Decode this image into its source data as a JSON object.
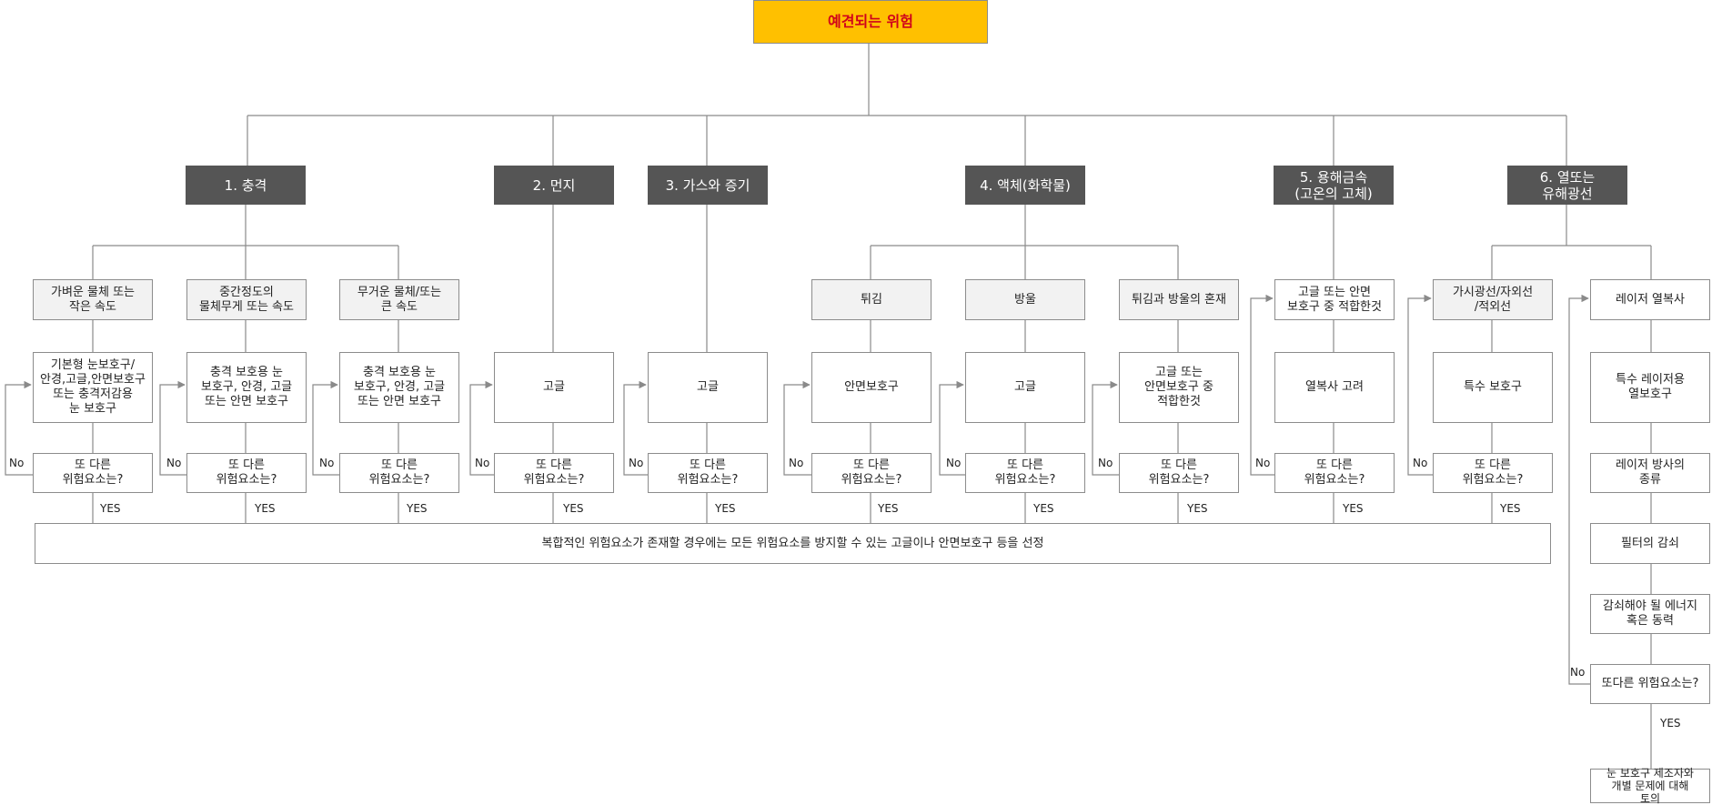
{
  "root": "예견되는 위험",
  "categories": [
    "1. 충격",
    "2. 먼지",
    "3. 가스와 증기",
    "4. 액체(화학물)",
    "5. 용해금속\n(고온의 고체)",
    "6. 열또는\n유해광선"
  ],
  "subtypes": [
    "가벼운 물체 또는\n작은 속도",
    "중간정도의\n물체무게 또는 속도",
    "무거운 물체/또는\n큰 속도",
    "튀김",
    "방울",
    "튀김과 방울의 혼재",
    "고글 또는 안면\n보호구 중 적합한것",
    "가시광선/자외선\n/적외선",
    "레이저 열복사"
  ],
  "protectors": [
    "기본형 눈보호구/\n안경,고글,안면보호구\n또는 충격저감용\n눈 보호구",
    "충격 보호용 눈\n보호구, 안경, 고글\n또는 안면 보호구",
    "충격 보호용 눈\n보호구, 안경, 고글\n또는 안면 보호구",
    "고글",
    "고글",
    "안면보호구",
    "고글",
    "고글 또는\n안면보호구 중\n적합한것",
    "열복사 고려",
    "특수 보호구",
    "특수 레이저용\n열보호구"
  ],
  "question": "또 다른\n위험요소는?",
  "laser_steps": [
    "레이저 방사의\n종류",
    "필터의 감쇠",
    "감쇠해야 될 에너지\n혹은 동력"
  ],
  "laser_question": "또다른 위험요소는?",
  "final": "눈 보호구 제조자와\n개별 문제에 대해\n토의",
  "summary": "복합적인 위험요소가 존재할 경우에는 모든 위험요소를 방지할 수 있는 고글이나 안면보호구 등을 선정",
  "labels": {
    "no": "No",
    "yes": "YES"
  }
}
